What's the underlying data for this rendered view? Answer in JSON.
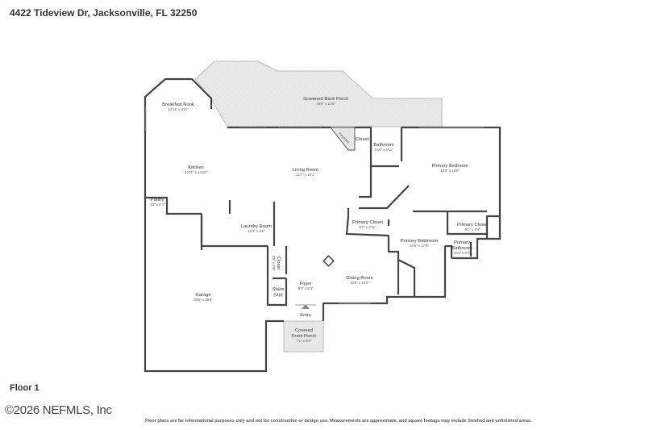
{
  "header": {
    "address": "4422 Tideview Dr, Jacksonville, FL 32250"
  },
  "floor_label": "Floor 1",
  "footer": {
    "copyright": "©2026 NEFMLS, Inc",
    "disclaimer": "Floor plans are for informational purposes only and not for construction or design use. Measurements are approximate, and square footage may include finished and unfinished areas."
  },
  "rooms": {
    "breakfast_nook": {
      "name": "Breakfast Nook",
      "dims": "14'11\" x 8'11\""
    },
    "screened_back_porch": {
      "name": "Screened Back Porch",
      "dims": "44'9\" x 12'0\""
    },
    "fireplace": {
      "name": "Fireplace"
    },
    "closet_top": {
      "name": "Closet"
    },
    "bathroom": {
      "name": "Bathroom",
      "dims": "4'10\" x 6'11\""
    },
    "primary_bedroom": {
      "name": "Primary Bedroom",
      "dims": "19'0\" x 14'9\""
    },
    "kitchen": {
      "name": "Kitchen",
      "dims": "14'11\" x 14'10\""
    },
    "living_room": {
      "name": "Living Room",
      "dims": "21'7\" x 15'1\""
    },
    "pantry": {
      "name": "Pantry",
      "dims": "4'3\" x 4'4\""
    },
    "laundry_room": {
      "name": "Laundry Room",
      "dims": "10'2\" x 6'6\""
    },
    "primary_closet_1": {
      "name": "Primary Closet",
      "dims": "6'7\" x 4'11\""
    },
    "primary_closet_2": {
      "name": "Primary Closet",
      "dims": "9'2\" x 4'6\""
    },
    "primary_bathroom_1": {
      "name": "Primary Bathroom",
      "dims": "10'5\" x 17'6\""
    },
    "primary_bathroom_2": {
      "name_line1": "Primary",
      "name_line2": "Bathroom",
      "dims": "4'11\" x 3'3\""
    },
    "closet_small": {
      "name": "Closet",
      "dims": "3'5\" x 4'0\""
    },
    "garage": {
      "name": "Garage",
      "dims": "25'6\" x 28'9\""
    },
    "foyer": {
      "name": "Foyer",
      "dims": "9'3\" x 6'3\""
    },
    "stairs": {
      "name_line1": "Stairs",
      "name_line2": "(Up)"
    },
    "dining_room": {
      "name": "Dining Room",
      "dims": "13'0\" x 14'2\""
    },
    "entry": {
      "name": "Entry"
    },
    "covered_front_porch": {
      "name_line1": "Covered",
      "name_line2": "Front Porch",
      "dims": "7'1\" x 8'9\""
    }
  }
}
